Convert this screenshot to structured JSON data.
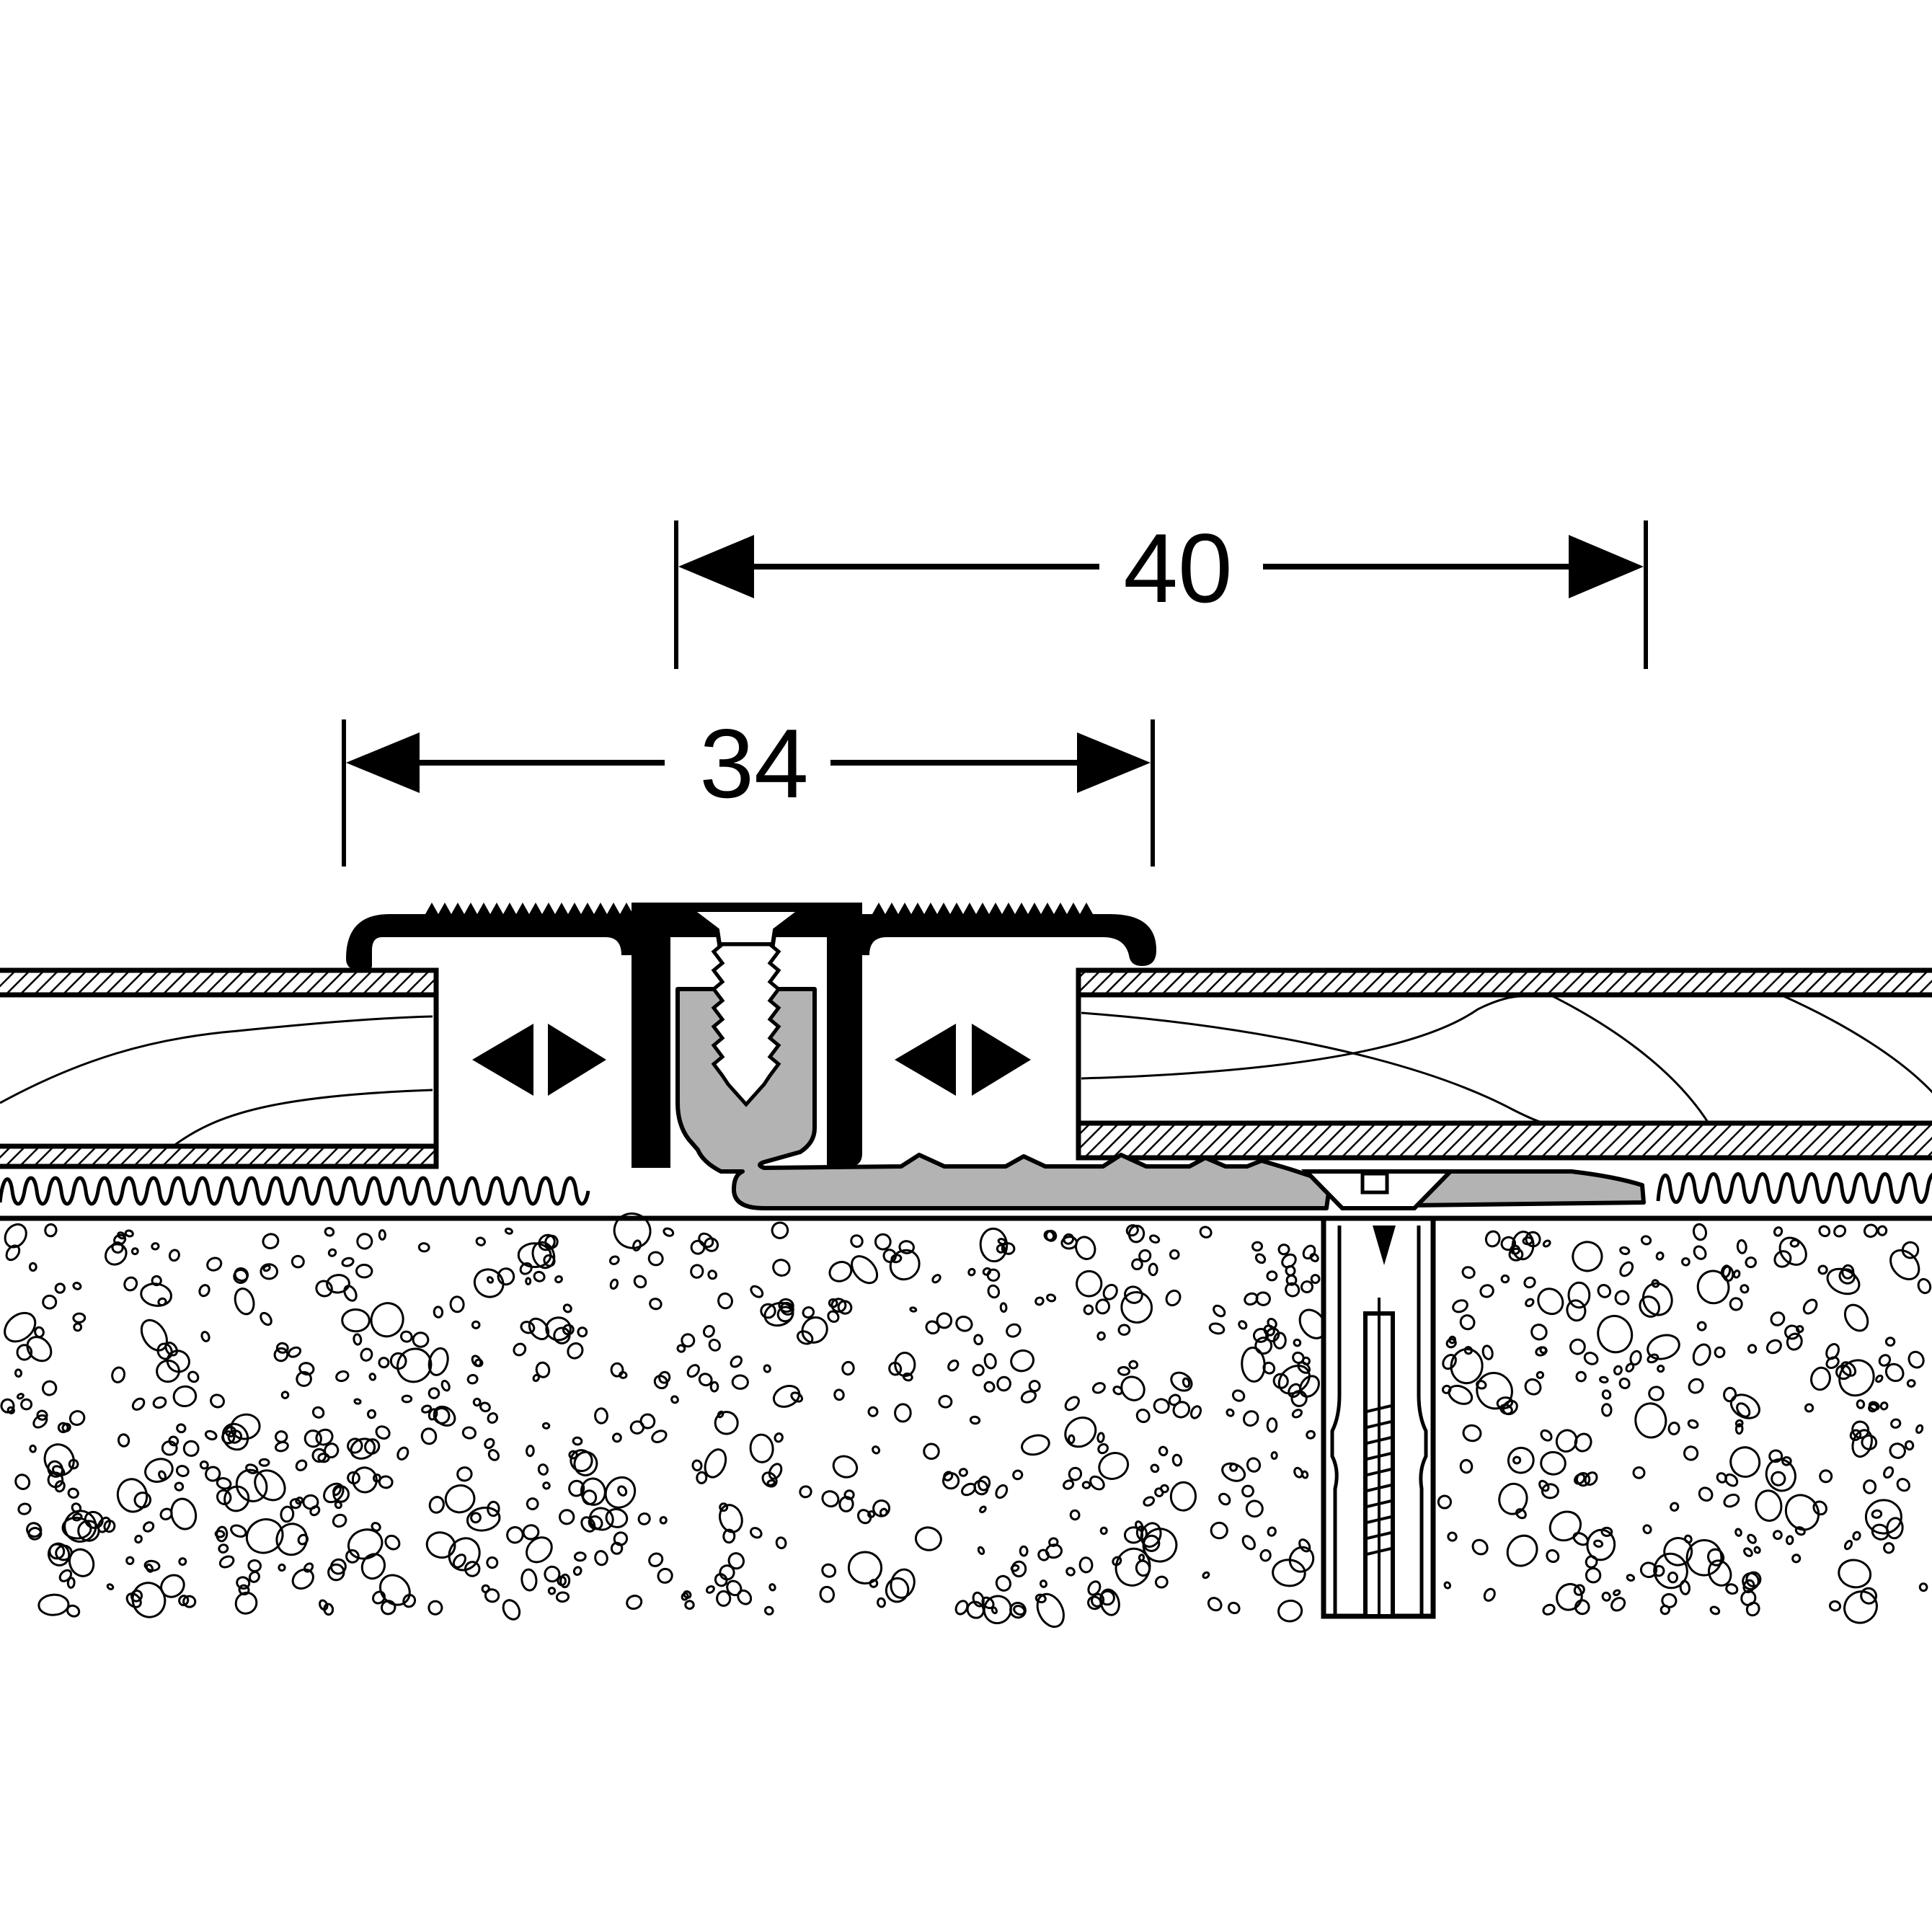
{
  "dimensions": {
    "overall_width": {
      "value": "40"
    },
    "top_width": {
      "value": "34"
    }
  },
  "colors": {
    "line": "#000000",
    "background": "#ffffff",
    "insert_fill": "#b3b3b3",
    "profile_fill": "#000000"
  },
  "icons": {
    "movement_arrows": "double-triangle-arrows",
    "fastener": "countersunk-screw",
    "anchor": "wall-plug-dowel"
  }
}
